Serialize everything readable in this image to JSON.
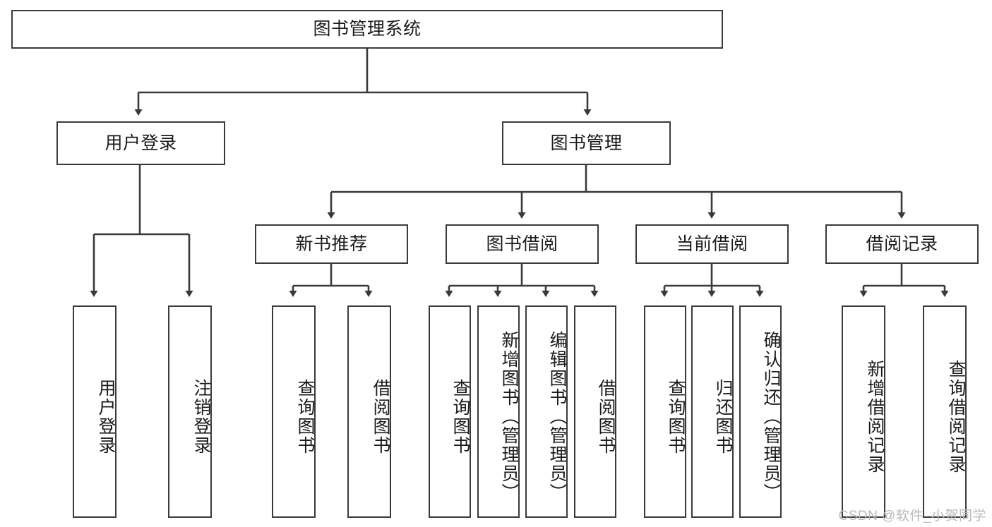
{
  "diagram": {
    "title": "图书管理系统",
    "type": "tree",
    "line_color": "#3a3a3a",
    "box_fill": "#ffffff",
    "text_color": "#1b1b1b",
    "watermark": "CSDN @软件_小贺同学",
    "root": {
      "label": "图书管理系统"
    },
    "level2": [
      {
        "label": "用户登录"
      },
      {
        "label": "图书管理"
      }
    ],
    "level3": [
      {
        "label": "新书推荐"
      },
      {
        "label": "图书借阅"
      },
      {
        "label": "当前借阅"
      },
      {
        "label": "借阅记录"
      }
    ],
    "leaves": {
      "user_login": [
        {
          "label": "用户登录"
        },
        {
          "label": "注销登录"
        }
      ],
      "new_book_recommend": [
        {
          "label": "查询图书"
        },
        {
          "label": "借阅图书"
        }
      ],
      "book_borrow": [
        {
          "label": "查询图书"
        },
        {
          "label": "新增图书（管理员）"
        },
        {
          "label": "编辑图书（管理员）"
        },
        {
          "label": "借阅图书"
        }
      ],
      "current_borrow": [
        {
          "label": "查询图书"
        },
        {
          "label": "归还图书"
        },
        {
          "label": "确认归还（管理员）"
        }
      ],
      "borrow_record": [
        {
          "label": "新增借阅记录"
        },
        {
          "label": "查询借阅记录"
        }
      ]
    }
  }
}
